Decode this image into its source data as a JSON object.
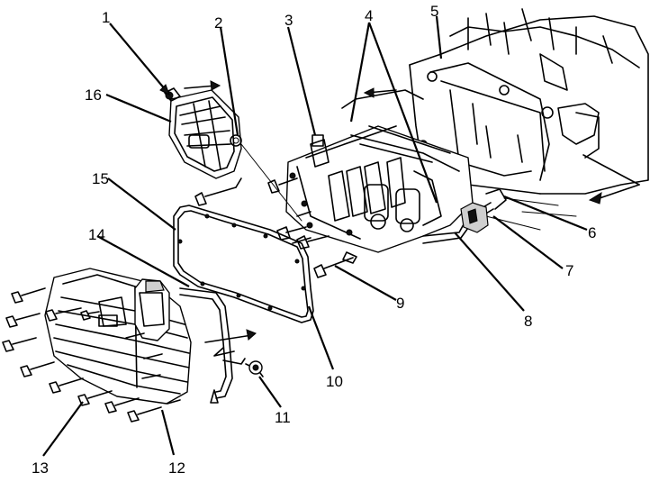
{
  "callouts": {
    "c1": "1",
    "c2": "2",
    "c3": "3",
    "c4": "4",
    "c5": "5",
    "c6": "6",
    "c7": "7",
    "c8": "8",
    "c9": "9",
    "c10": "10",
    "c11": "11",
    "c12": "12",
    "c13": "13",
    "c14": "14",
    "c15": "15",
    "c16": "16"
  },
  "parts_icons": {
    "filter": "oil-filter-screen-icon",
    "valve_body": "valve-body-icon",
    "pan": "oil-pan-icon",
    "gasket": "pan-gasket-icon",
    "bolt": "bolt-icon",
    "tube": "breather-tube-icon",
    "transmission": "transmission-case-icon"
  },
  "colors": {
    "ink": "#000000",
    "paper": "#ffffff"
  }
}
